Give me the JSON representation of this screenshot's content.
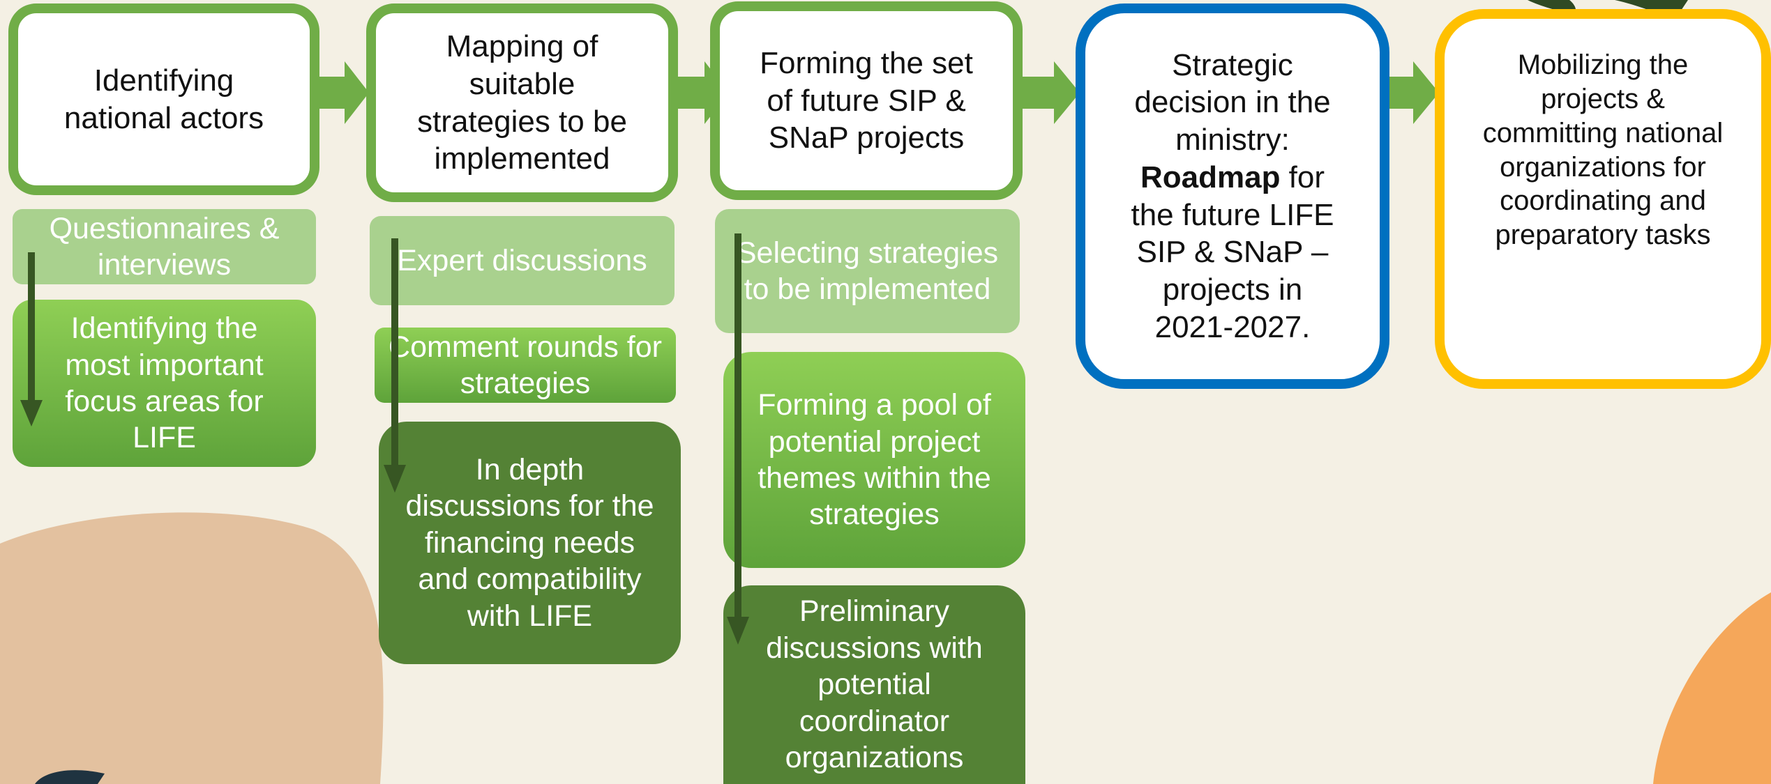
{
  "colors": {
    "background": "#f4f0e4",
    "stage_border_green": "#70ad47",
    "stage_border_blue": "#0070c0",
    "stage_border_yellow": "#ffc000",
    "box_light": "#a9d18e",
    "box_mid": "#6ab543",
    "box_dark": "#548235",
    "arrow": "#70ad47",
    "vertical_arrow": "#375623",
    "blob_tan": "#e3c19f",
    "blob_orange": "#f5a75a"
  },
  "stages": [
    {
      "text": "Identifying national actors"
    },
    {
      "text": "Mapping of suitable strategies to be implemented"
    },
    {
      "text": "Forming the set of future SIP & SNaP projects"
    },
    {
      "line1": "Strategic decision in the ministry:",
      "bold": "Roadmap",
      "line2": " for the future LIFE SIP & SNaP – projects in 2021-2027."
    },
    {
      "text": "Mobilizing the projects & committing national organizations for coordinating and preparatory tasks"
    }
  ],
  "columns": [
    {
      "steps": [
        {
          "text": "Questionnaires & interviews"
        },
        {
          "text": "Identifying the most important focus areas for LIFE"
        }
      ]
    },
    {
      "steps": [
        {
          "text": "Expert discussions"
        },
        {
          "text": "Comment rounds for strategies"
        },
        {
          "text": "In depth discussions for the financing needs and compatibility with LIFE"
        }
      ]
    },
    {
      "steps": [
        {
          "text": "Selecting strategies to be implemented"
        },
        {
          "text": "Forming a pool of potential project themes within the strategies"
        },
        {
          "text": "Preliminary discussions with potential coordinator organizations"
        }
      ]
    }
  ]
}
